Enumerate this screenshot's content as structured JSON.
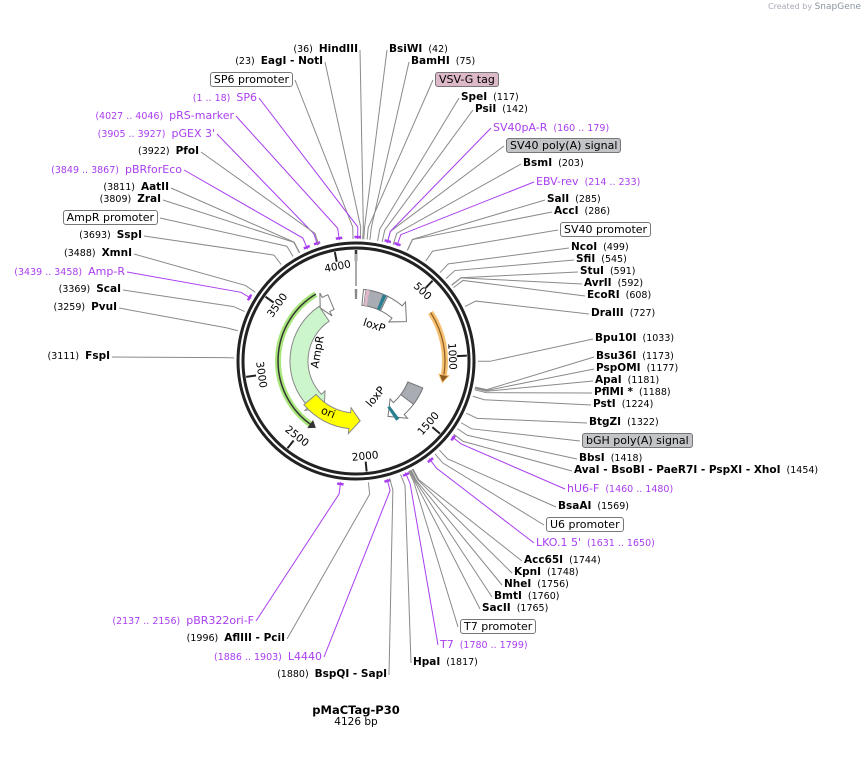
{
  "plasmid": {
    "name": "pMaCTag-P30",
    "size": "4126 bp",
    "length_bp": 4126
  },
  "branding": {
    "created_by": "Created by",
    "app": "SnapGene"
  },
  "ring_ticks": [
    "500",
    "1000",
    "1500",
    "2000",
    "2500",
    "3000",
    "3500",
    "4000"
  ],
  "inner_features": {
    "loxp_top": "loxP",
    "loxp_bottom": "loxP",
    "ampr": "AmpR",
    "ori": "ori"
  },
  "colors": {
    "primer": "#a93ef0",
    "ampr": "#ccf5cc",
    "ori": "#ffff00",
    "orange_orf": "#f5c070",
    "loxp_gray": "#a9adb3",
    "teal": "#2a7f8f",
    "pink": "#dcb8c8"
  },
  "labels": [
    {
      "name": "HindIII",
      "loc": "(36)",
      "kind": "enzyme"
    },
    {
      "name": "EagI  - NotI",
      "loc": "(23)",
      "kind": "enzyme"
    },
    {
      "name": "SP6 promoter",
      "loc": "",
      "kind": "feature"
    },
    {
      "name": "SP6",
      "loc": "(1 .. 18)",
      "kind": "primer"
    },
    {
      "name": "pRS-marker",
      "loc": "(4027 .. 4046)",
      "kind": "primer"
    },
    {
      "name": "pGEX 3'",
      "loc": "(3905 .. 3927)",
      "kind": "primer"
    },
    {
      "name": "PfoI",
      "loc": "(3922)",
      "kind": "enzyme"
    },
    {
      "name": "pBRforEco",
      "loc": "(3849 .. 3867)",
      "kind": "primer"
    },
    {
      "name": "AatII",
      "loc": "(3811)",
      "kind": "enzyme"
    },
    {
      "name": "ZraI",
      "loc": "(3809)",
      "kind": "enzyme"
    },
    {
      "name": "AmpR promoter",
      "loc": "",
      "kind": "feature"
    },
    {
      "name": "SspI",
      "loc": "(3693)",
      "kind": "enzyme"
    },
    {
      "name": "XmnI",
      "loc": "(3488)",
      "kind": "enzyme"
    },
    {
      "name": "Amp-R",
      "loc": "(3439 .. 3458)",
      "kind": "primer"
    },
    {
      "name": "ScaI",
      "loc": "(3369)",
      "kind": "enzyme"
    },
    {
      "name": "PvuI",
      "loc": "(3259)",
      "kind": "enzyme"
    },
    {
      "name": "FspI",
      "loc": "(3111)",
      "kind": "enzyme"
    },
    {
      "name": "pBR322ori-F",
      "loc": "(2137 .. 2156)",
      "kind": "primer"
    },
    {
      "name": "AflIII  - PciI",
      "loc": "(1996)",
      "kind": "enzyme"
    },
    {
      "name": "L4440",
      "loc": "(1886 .. 1903)",
      "kind": "primer"
    },
    {
      "name": "BspQI  - SapI",
      "loc": "(1880)",
      "kind": "enzyme"
    },
    {
      "name": "HpaI",
      "loc": "(1817)",
      "kind": "enzyme"
    },
    {
      "name": "T7",
      "loc": "(1780 .. 1799)",
      "kind": "primer"
    },
    {
      "name": "T7 promoter",
      "loc": "",
      "kind": "feature"
    },
    {
      "name": "SacII",
      "loc": "(1765)",
      "kind": "enzyme"
    },
    {
      "name": "BmtI",
      "loc": "(1760)",
      "kind": "enzyme"
    },
    {
      "name": "NheI",
      "loc": "(1756)",
      "kind": "enzyme"
    },
    {
      "name": "KpnI",
      "loc": "(1748)",
      "kind": "enzyme"
    },
    {
      "name": "Acc65I",
      "loc": "(1744)",
      "kind": "enzyme"
    },
    {
      "name": "LKO.1 5'",
      "loc": "(1631 .. 1650)",
      "kind": "primer"
    },
    {
      "name": "U6 promoter",
      "loc": "",
      "kind": "feature"
    },
    {
      "name": "BsaAI",
      "loc": "(1569)",
      "kind": "enzyme"
    },
    {
      "name": "hU6-F",
      "loc": "(1460 .. 1480)",
      "kind": "primer"
    },
    {
      "name": "AvaI  - BsoBI  - PaeR7I  - PspXI  - XhoI",
      "loc": "(1454)",
      "kind": "enzyme"
    },
    {
      "name": "BbsI",
      "loc": "(1418)",
      "kind": "enzyme"
    },
    {
      "name": "bGH poly(A) signal",
      "loc": "",
      "kind": "feature",
      "tone": "gray"
    },
    {
      "name": "BtgZI",
      "loc": "(1322)",
      "kind": "enzyme"
    },
    {
      "name": "PstI",
      "loc": "(1224)",
      "kind": "enzyme"
    },
    {
      "name": "PflMI *",
      "loc": "(1188)",
      "kind": "enzyme"
    },
    {
      "name": "ApaI",
      "loc": "(1181)",
      "kind": "enzyme"
    },
    {
      "name": "PspOMI",
      "loc": "(1177)",
      "kind": "enzyme"
    },
    {
      "name": "Bsu36I",
      "loc": "(1173)",
      "kind": "enzyme"
    },
    {
      "name": "Bpu10I",
      "loc": "(1033)",
      "kind": "enzyme"
    },
    {
      "name": "DraIII",
      "loc": "(727)",
      "kind": "enzyme"
    },
    {
      "name": "EcoRI",
      "loc": "(608)",
      "kind": "enzyme"
    },
    {
      "name": "AvrII",
      "loc": "(592)",
      "kind": "enzyme"
    },
    {
      "name": "StuI",
      "loc": "(591)",
      "kind": "enzyme"
    },
    {
      "name": "SfiI",
      "loc": "(545)",
      "kind": "enzyme"
    },
    {
      "name": "NcoI",
      "loc": "(499)",
      "kind": "enzyme"
    },
    {
      "name": "SV40 promoter",
      "loc": "",
      "kind": "feature"
    },
    {
      "name": "AccI",
      "loc": "(286)",
      "kind": "enzyme"
    },
    {
      "name": "SalI",
      "loc": "(285)",
      "kind": "enzyme"
    },
    {
      "name": "EBV-rev",
      "loc": "(214 .. 233)",
      "kind": "primer"
    },
    {
      "name": "BsmI",
      "loc": "(203)",
      "kind": "enzyme"
    },
    {
      "name": "SV40 poly(A) signal",
      "loc": "",
      "kind": "feature",
      "tone": "gray"
    },
    {
      "name": "SV40pA-R",
      "loc": "(160 .. 179)",
      "kind": "primer"
    },
    {
      "name": "PsiI",
      "loc": "(142)",
      "kind": "enzyme"
    },
    {
      "name": "SpeI",
      "loc": "(117)",
      "kind": "enzyme"
    },
    {
      "name": "VSV-G tag",
      "loc": "",
      "kind": "feature",
      "tone": "pink"
    },
    {
      "name": "BamHI",
      "loc": "(75)",
      "kind": "enzyme"
    },
    {
      "name": "BsiWI",
      "loc": "(42)",
      "kind": "enzyme"
    }
  ]
}
